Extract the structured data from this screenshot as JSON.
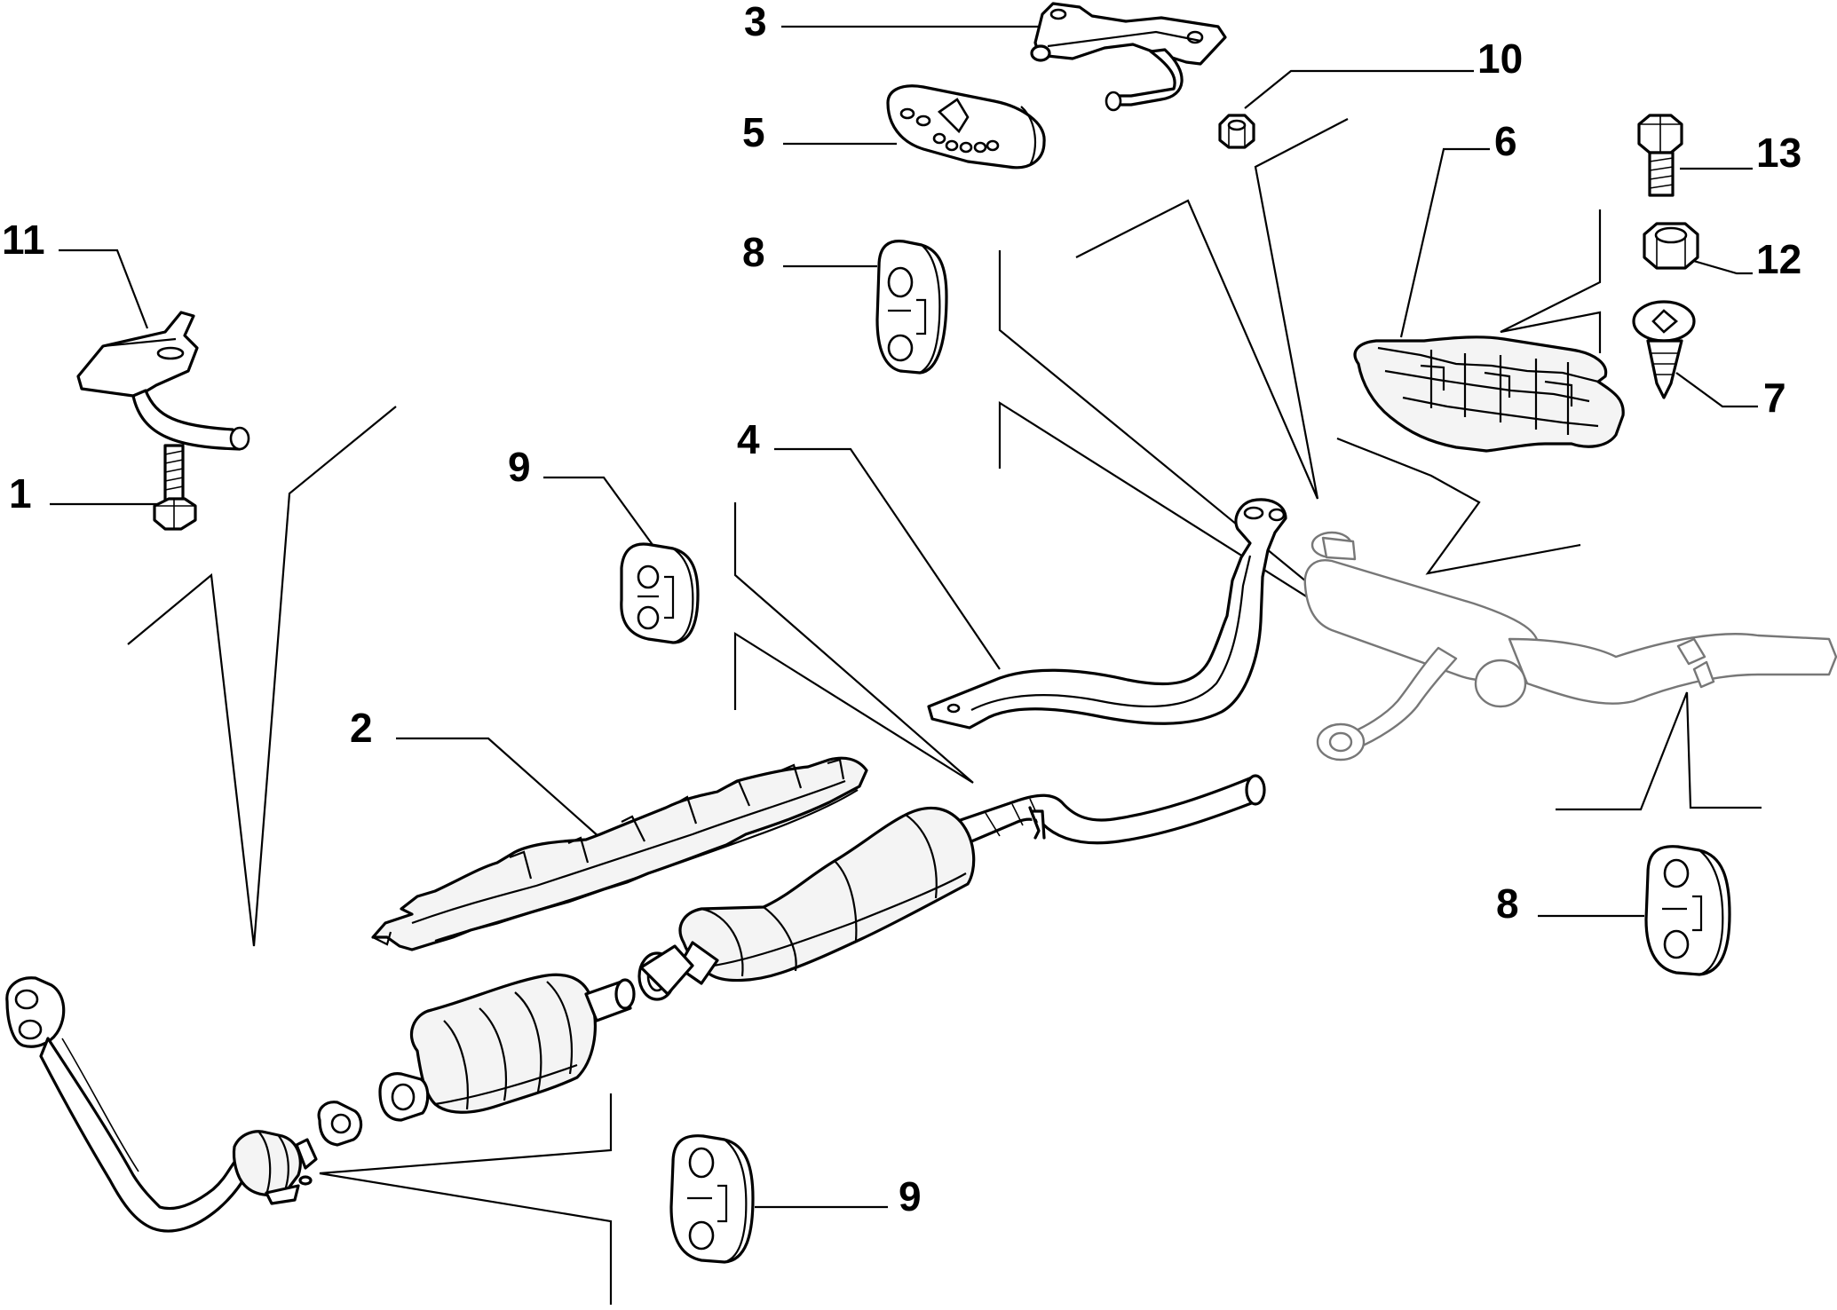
{
  "diagram": {
    "callouts": [
      {
        "id": "c1",
        "label": "1"
      },
      {
        "id": "c2",
        "label": "2"
      },
      {
        "id": "c3",
        "label": "3"
      },
      {
        "id": "c4",
        "label": "4"
      },
      {
        "id": "c5",
        "label": "5"
      },
      {
        "id": "c6",
        "label": "6"
      },
      {
        "id": "c7",
        "label": "7"
      },
      {
        "id": "c8a",
        "label": "8"
      },
      {
        "id": "c8b",
        "label": "8"
      },
      {
        "id": "c9a",
        "label": "9"
      },
      {
        "id": "c9b",
        "label": "9"
      },
      {
        "id": "c10",
        "label": "10"
      },
      {
        "id": "c11",
        "label": "11"
      },
      {
        "id": "c12",
        "label": "12"
      },
      {
        "id": "c13",
        "label": "13"
      }
    ]
  }
}
